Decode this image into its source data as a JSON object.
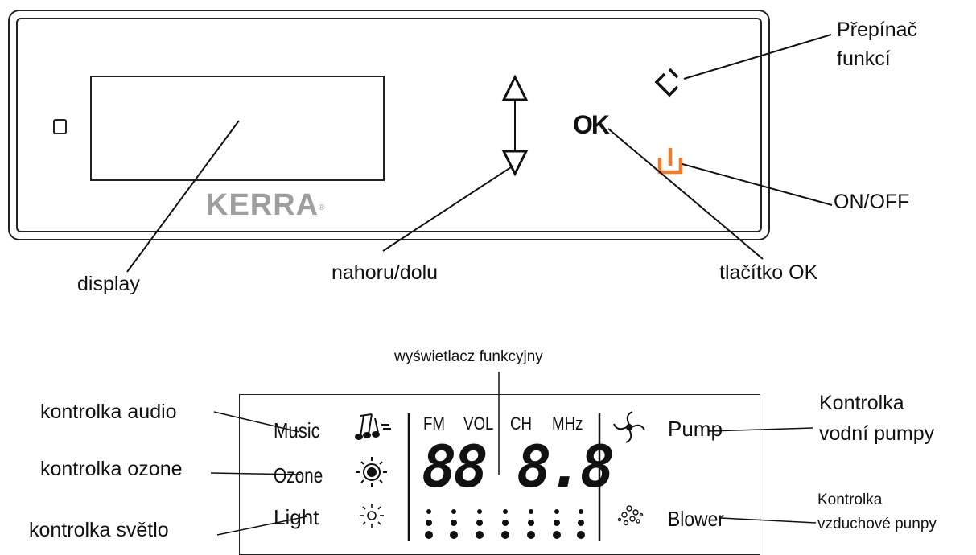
{
  "panel": {
    "brand": "KERRA",
    "brand_mark": "®",
    "ok_button_label": "OK"
  },
  "labels": {
    "function_switch_line1": "Přepínač",
    "function_switch_line2": "funkcí",
    "on_off": "ON/OFF",
    "display": "display",
    "up_down": "nahoru/dolu",
    "ok_button": "tlačítko OK",
    "function_display": "wyświetlacz funkcyjny",
    "audio_indicator": "kontrolka audio",
    "ozone_indicator": "kontrolka ozone",
    "light_indicator": "kontrolka světlo",
    "water_pump_line1": "Kontrolka",
    "water_pump_line2": "vodní pumpy",
    "air_pump_line1": "Kontrolka",
    "air_pump_line2": "vzduchové punpy"
  },
  "lcd": {
    "music": "Music",
    "ozone": "Ozone",
    "light": "Light",
    "fm": "FM",
    "vol": "VOL",
    "ch": "CH",
    "mhz": "MHz",
    "digits": "88 8.8",
    "pump": "Pump",
    "blower": "Blower"
  },
  "colors": {
    "power_icon": "#f07c2a",
    "brand": "#9e9e9e",
    "lines": "#111111"
  },
  "icons": [
    "power-icon",
    "mode-switch-icon",
    "up-arrow-icon",
    "down-arrow-icon",
    "music-note-icon",
    "ozone-icon",
    "light-bulb-icon",
    "fan-icon",
    "bubbles-icon"
  ]
}
